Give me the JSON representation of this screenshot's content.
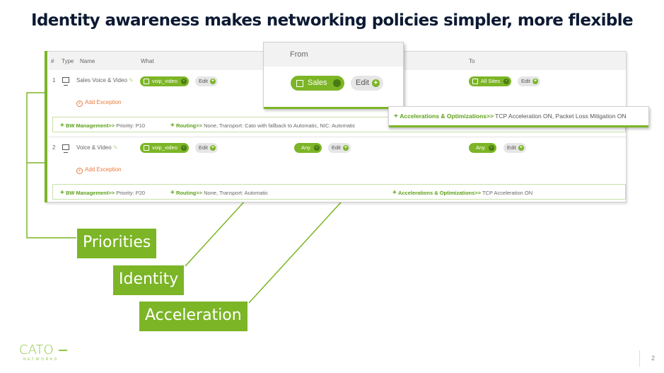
{
  "slide": {
    "title": "Identity awareness makes networking policies simpler, more flexible",
    "page_number": "2",
    "brand_color": "#7cb526"
  },
  "table": {
    "columns": [
      "#",
      "Type",
      "Name",
      "What",
      "To"
    ],
    "rows": [
      {
        "num": "1",
        "type_icon": "computer-icon",
        "name": "Sales Voice & Video",
        "what": "voip_video",
        "to": "All Sites",
        "edit": "Edit",
        "add_exception": "Add Exception",
        "options": {
          "bw_label": "BW Management>>",
          "bw_value": "Priority: P10",
          "routing_label": "Routing>>",
          "routing_value": "None, Transport: Cato with fallback to Automatic, NIC: Automatic"
        }
      },
      {
        "num": "2",
        "type_icon": "computer-icon",
        "name": "Voice & Video",
        "what": "voip_video",
        "from": "Any",
        "to": "Any",
        "edit": "Edit",
        "add_exception": "Add Exception",
        "options": {
          "bw_label": "BW Management>>",
          "bw_value": "Priority: P20",
          "routing_label": "Routing>>",
          "routing_value": "None, Transport: Automatic",
          "accel_label": "Accelerations & Optimizations>>",
          "accel_value": "TCP Acceleration ON"
        }
      }
    ]
  },
  "from_popout": {
    "header": "From",
    "value": "Sales",
    "edit": "Edit"
  },
  "accel_popout": {
    "label": "Accelerations & Optimizations>>",
    "value": "TCP Acceleration ON, Packet Loss Mitigation ON"
  },
  "callouts": {
    "priorities": "Priorities",
    "identity": "Identity",
    "acceleration": "Acceleration"
  },
  "logo": {
    "main": "CATO",
    "sub": "NETWORKS"
  }
}
